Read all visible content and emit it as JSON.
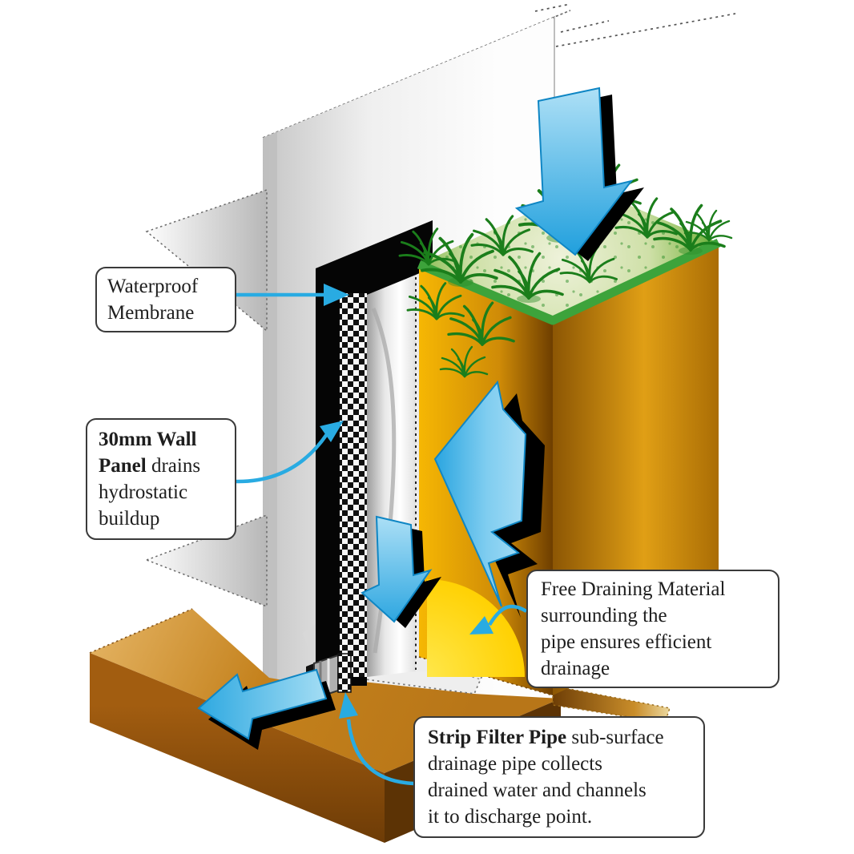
{
  "diagram": {
    "title_hint": "basement wall drainage system cutaway",
    "labels": {
      "membrane": {
        "lines": [
          "Waterproof",
          "Membrane"
        ]
      },
      "wall_panel": {
        "lines": [
          {
            "bold": "30mm Wall",
            "rest": ""
          },
          {
            "bold": "Panel",
            "rest": " drains"
          },
          {
            "bold": "",
            "rest": "hydrostatic"
          },
          {
            "bold": "",
            "rest": "buildup"
          }
        ]
      },
      "free_draining": {
        "lines": [
          "Free Draining Material",
          "surrounding the",
          "pipe ensures efficient",
          "drainage"
        ]
      },
      "strip_filter": {
        "lines": [
          {
            "bold": "Strip Filter Pipe",
            "rest": " sub-surface"
          },
          {
            "bold": "",
            "rest": "drainage pipe collects"
          },
          {
            "bold": "",
            "rest": "drained water and channels"
          },
          {
            "bold": "",
            "rest": "it to discharge point."
          }
        ]
      }
    },
    "colors": {
      "leader_blue": "#29abe2",
      "water_arrow_blue": "#45b3e8",
      "membrane_black": "#000000",
      "soil_gold": "#f2ab03",
      "ground_brown": "#b87618",
      "grass_green": "#3da33b",
      "drain_yellow": "#ffd903",
      "concrete_gray": "#e4e4e4",
      "label_border": "#3a3a3a",
      "text_color": "#1e1e1e"
    }
  }
}
